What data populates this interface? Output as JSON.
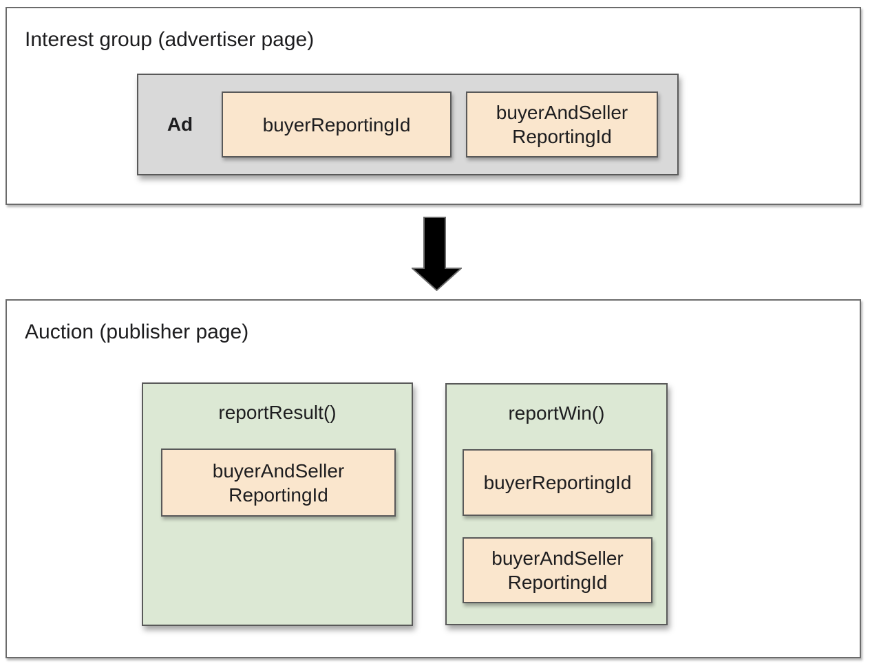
{
  "interest_group": {
    "title": "Interest group (advertiser page)",
    "ad": {
      "label": "Ad",
      "chips": [
        {
          "label": "buyerReportingId"
        },
        {
          "label": "buyerAndSeller\nReportingId"
        }
      ]
    }
  },
  "arrow": {
    "direction": "down"
  },
  "auction": {
    "title": "Auction (publisher page)",
    "functions": [
      {
        "name": "reportResult()",
        "chips": [
          {
            "label": "buyerAndSeller\nReportingId"
          }
        ]
      },
      {
        "name": "reportWin()",
        "chips": [
          {
            "label": "buyerReportingId"
          },
          {
            "label": "buyerAndSeller\nReportingId"
          }
        ]
      }
    ]
  },
  "colors": {
    "outer_border": "#6b6b6b",
    "inner_border": "#595959",
    "ad_fill": "#d9d9d9",
    "function_fill": "#dce8d4",
    "id_chip_fill": "#fae6cd",
    "arrow_fill": "#000000",
    "text": "#1d1d1f"
  }
}
